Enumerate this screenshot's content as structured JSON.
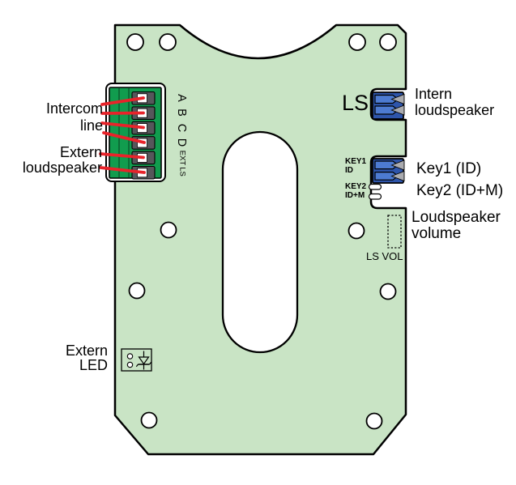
{
  "colors": {
    "background": "#ffffff",
    "board_green": "#c9e4c5",
    "terminal_green": "#119c4e",
    "slot_gray": "#56575b",
    "connector_blue": "#2e55ab",
    "plug_blue": "#4d7bd2",
    "arrow_gray": "#aaabaf",
    "leader_red": "#e8232a"
  },
  "terminal_block": {
    "pins": [
      "A",
      "B",
      "C",
      "D"
    ],
    "pins_small": [
      "EXT",
      "LS"
    ]
  },
  "labels": {
    "intercom_line": {
      "line1": "Intercom",
      "line2": "line"
    },
    "extern_loudspeaker": {
      "line1": "Extern",
      "line2": "loudspeaker"
    },
    "ls_marking": "LS",
    "intern_loudspeaker": {
      "line1": "Intern",
      "line2": "loudspeaker"
    },
    "key1_marking": {
      "line1": "KEY1",
      "line2": "ID"
    },
    "key2_marking": {
      "line1": "KEY2",
      "line2": "ID+M"
    },
    "key1": "Key1 (ID)",
    "key2": "Key2 (ID+M)",
    "loudspeaker_volume": {
      "line1": "Loudspeaker",
      "line2": "volume"
    },
    "ls_vol_marking": "LS VOL",
    "extern_led": {
      "line1": "Extern",
      "line2": "LED"
    }
  }
}
